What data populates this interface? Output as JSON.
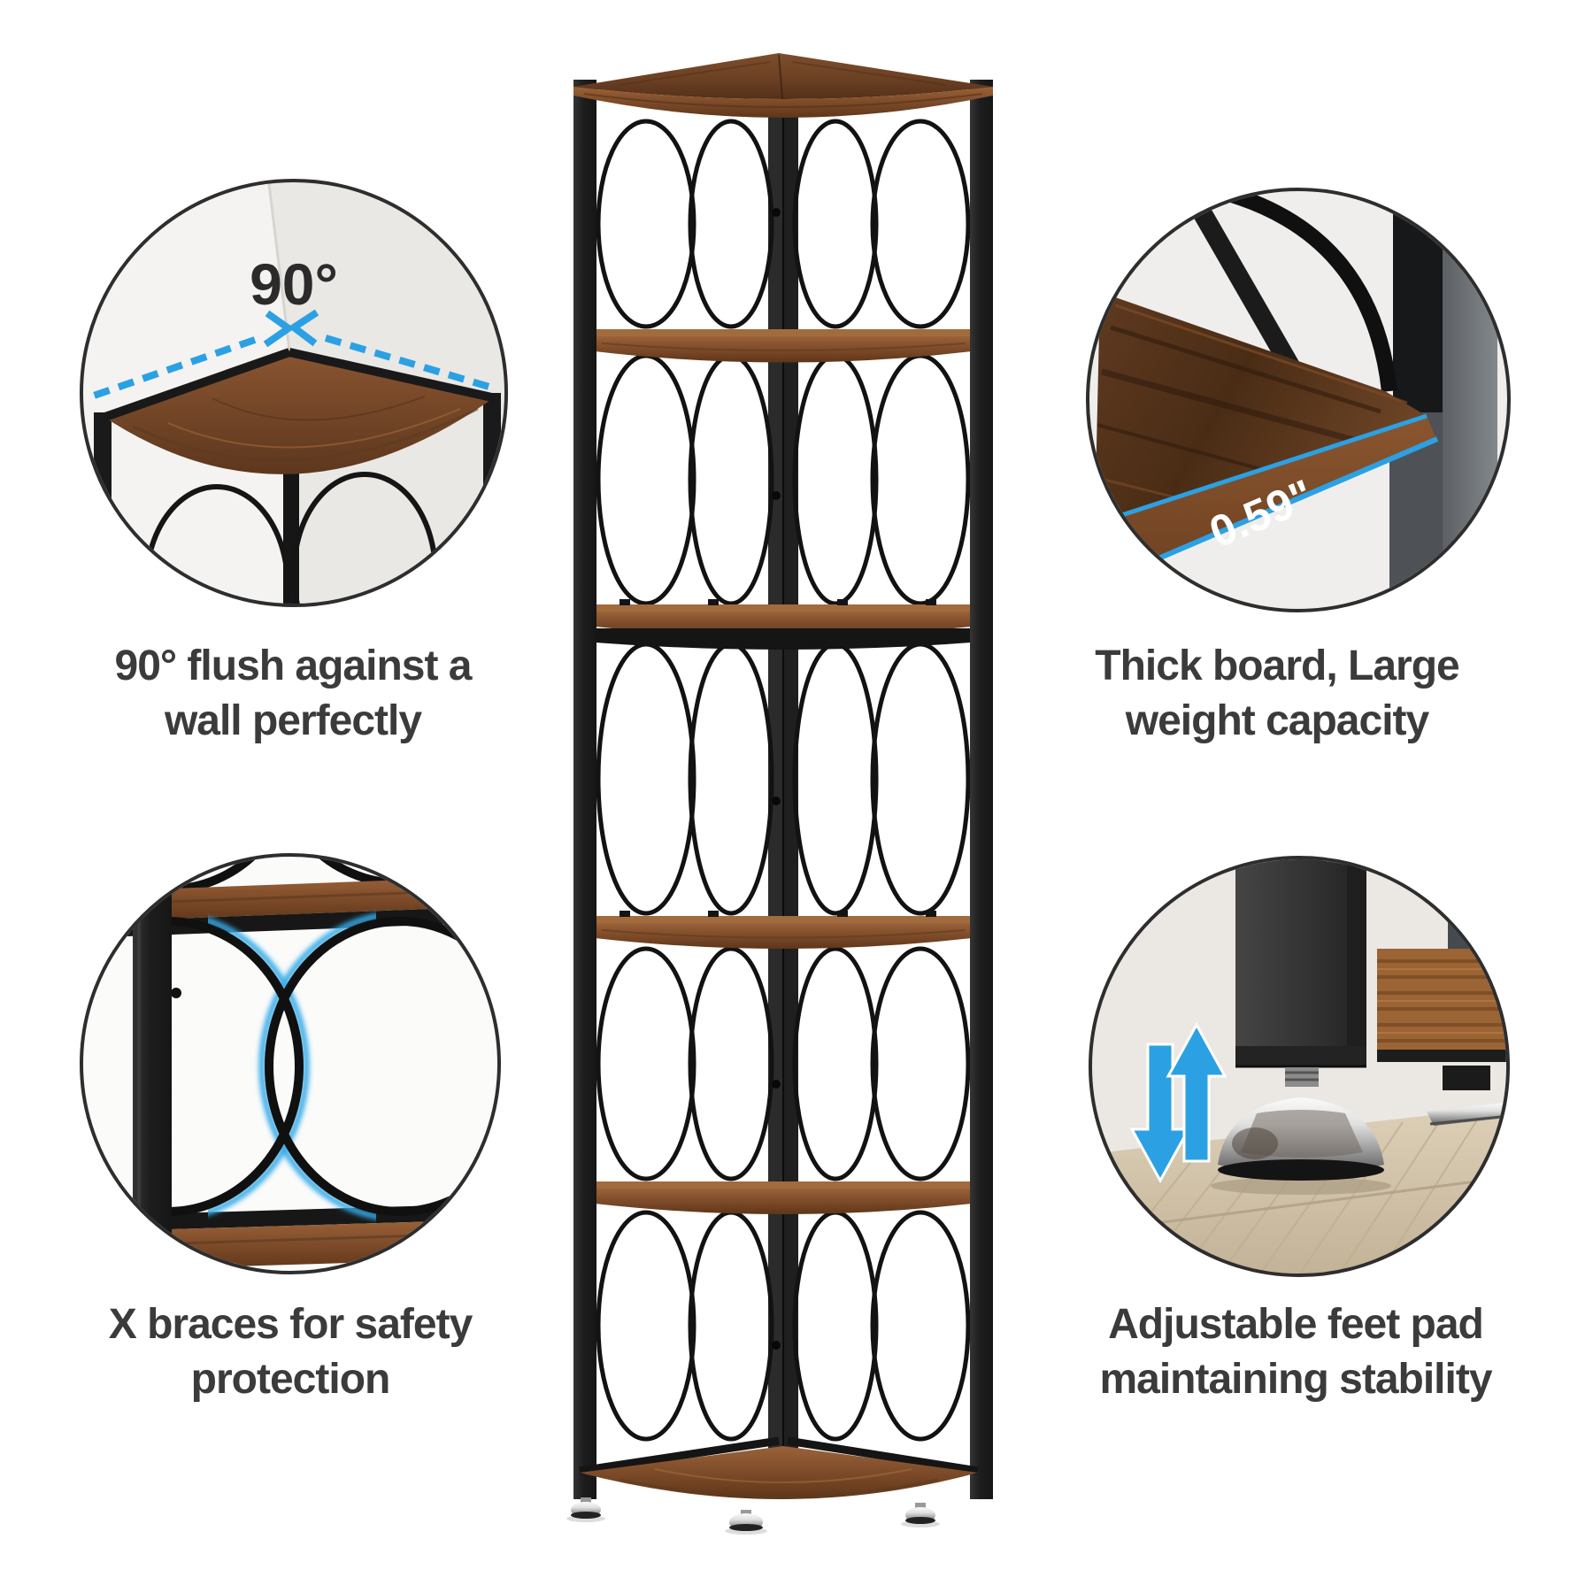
{
  "page": {
    "background": "#ffffff"
  },
  "palette": {
    "accent_blue": "#2BA1E4",
    "caption_text": "#3B3B3B",
    "metal_black": "#1B1B1B",
    "wood_brown": "#7A4A28",
    "ring_gray": "#2E2E2E",
    "chrome_silver": "#C9C9C9",
    "floor_tan": "#CDBFA8"
  },
  "product": {
    "alt": "5-tier corner shelf tower with rustic brown wood boards, black metal frame with circle braces and adjustable feet"
  },
  "icons": {
    "angle_lines": "blue-dashed-angle-lines",
    "thickness_line": "blue-board-edge-line",
    "brace_glow": "blue-x-brace-glow",
    "feet_arrows": "blue-up-down-arrows"
  },
  "callouts": {
    "top_left": {
      "annotation": "90°",
      "caption_line1": "90° flush against a",
      "caption_line2": "wall perfectly"
    },
    "top_right": {
      "annotation": "0.59\"",
      "caption_line1": "Thick board, Large",
      "caption_line2": "weight capacity"
    },
    "bottom_left": {
      "caption_line1": "X braces for safety",
      "caption_line2": "protection"
    },
    "bottom_right": {
      "caption_line1": "Adjustable feet pad",
      "caption_line2": "maintaining stability"
    }
  }
}
